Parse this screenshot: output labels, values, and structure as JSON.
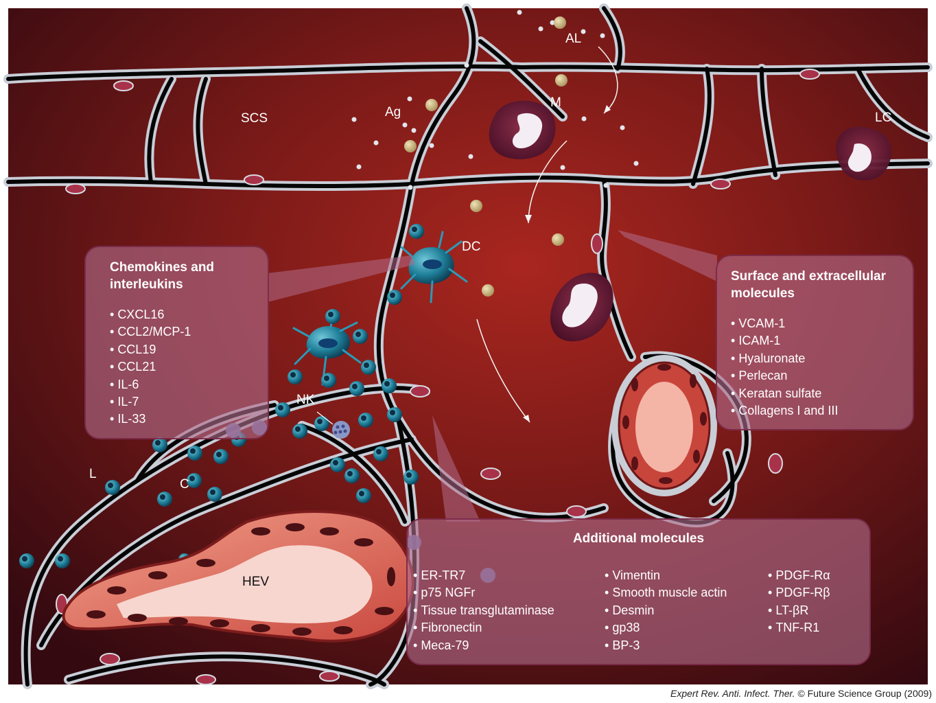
{
  "labels": {
    "al": "AL",
    "ag": "Ag",
    "m": "M",
    "scs": "SCS",
    "lc": "LC",
    "dc": "DC",
    "nk": "NK",
    "l": "L",
    "c": "C",
    "hev": "HEV"
  },
  "panels": {
    "chemokines": {
      "title_line1": "Chemokines and",
      "title_line2": "interleukins",
      "items": [
        "CXCL16",
        "CCL2/MCP-1",
        "CCL19",
        "CCL21",
        "IL-6",
        "IL-7",
        "IL-33"
      ]
    },
    "surface": {
      "title_line1": "Surface and extracellular",
      "title_line2": "molecules",
      "items": [
        "VCAM-1",
        "ICAM-1",
        "Hyaluronate",
        "Perlecan",
        "Keratan sulfate",
        "Collagens I and III"
      ]
    },
    "additional": {
      "title": "Additional molecules",
      "col1": [
        "ER-TR7",
        "p75 NGFr",
        "Tissue transglutaminase",
        "Fibronectin",
        "Meca-79"
      ],
      "col2": [
        "Vimentin",
        "Smooth muscle actin",
        "Desmin",
        "gp38",
        "BP-3"
      ],
      "col3": [
        "PDGF-Rα",
        "PDGF-Rβ",
        "LT-βR",
        "TNF-R1"
      ]
    }
  },
  "credit": {
    "journal": "Expert Rev. Anti. Infect. Ther.",
    "rest": " © Future Science Group (2009)"
  },
  "colors": {
    "background_dark": "#3a0a10",
    "background_light": "#a3241f",
    "fiber": "#000000",
    "fiber_sheath": "#c9cdd6",
    "fibroblast_nucleus": "#a8324a",
    "lymphocyte": "#1f6f86",
    "endothelium": "#d9665a",
    "panel_fill": "#b06c8a",
    "antigen_particle": "#c9b27a"
  }
}
